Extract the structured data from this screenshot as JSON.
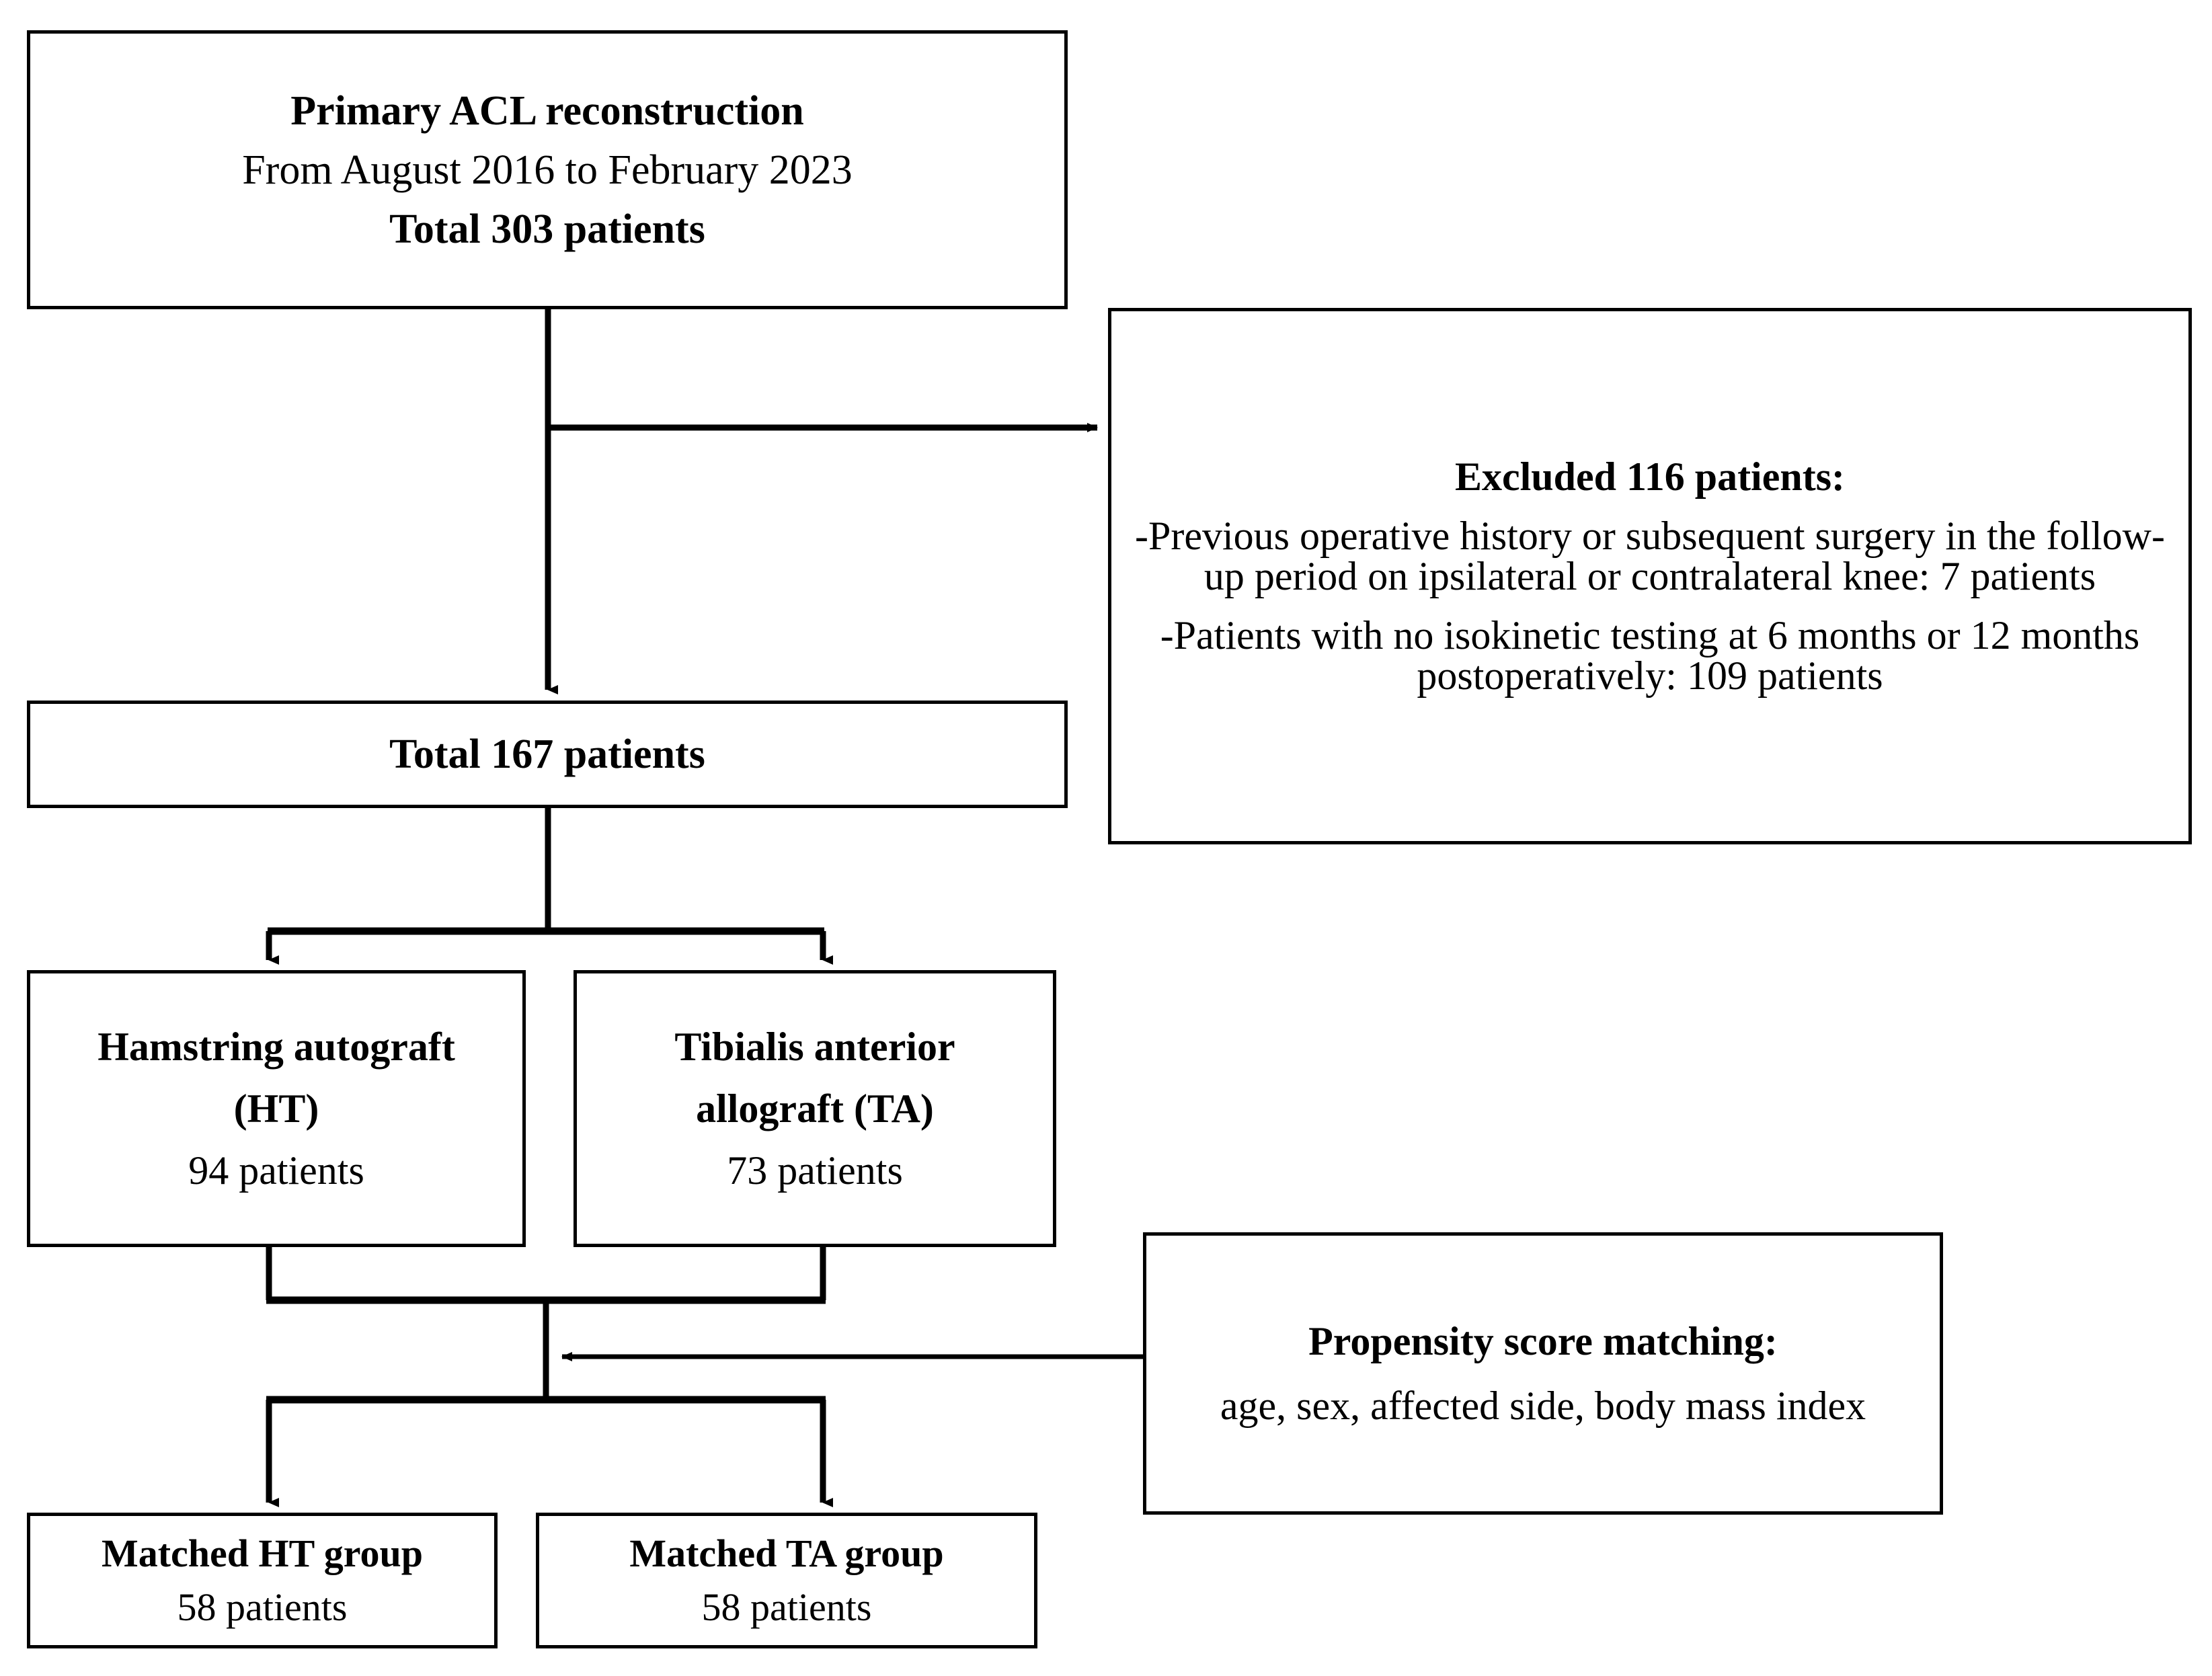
{
  "diagram": {
    "title": "Study flow diagram of primary ACL reconstruction cohort",
    "line_color": "#000000",
    "box_border_color": "#000000",
    "background_color": "#ffffff"
  },
  "nodes": {
    "primary": {
      "name": "primary-acl-reconstruction",
      "line1": "Primary ACL reconstruction",
      "line2": "From August 2016 to February 2023",
      "line3": "Total 303 patients"
    },
    "excluded": {
      "name": "excluded-patients",
      "heading": "Excluded 116 patients:",
      "reason1": "-Previous operative history or subsequent surgery in the follow-up period on ipsilateral or contralateral knee: 7 patients",
      "reason2": "-Patients with no isokinetic testing at 6 months or 12 months postoperatively: 109 patients"
    },
    "total167": {
      "name": "total-167-patients",
      "line1": "Total 167 patients"
    },
    "hamstring": {
      "name": "hamstring-autograft-group",
      "line1": "Hamstring autograft",
      "line2": "(HT)",
      "line3": "94 patients"
    },
    "tibialis": {
      "name": "tibialis-anterior-allograft-group",
      "line1": "Tibialis anterior",
      "line2": "allograft (TA)",
      "line3": "73 patients"
    },
    "propensity": {
      "name": "propensity-score-matching",
      "heading": "Propensity score matching:",
      "variables": "age, sex, affected side, body mass index"
    },
    "matched_ht": {
      "name": "matched-ht-group",
      "line1": "Matched HT group",
      "line2": "58 patients"
    },
    "matched_ta": {
      "name": "matched-ta-group",
      "line1": "Matched TA group",
      "line2": "58 patients"
    }
  },
  "chart_data": {
    "type": "diagram",
    "title": "Patient selection flowchart",
    "flow": [
      {
        "step": "Primary ACL reconstruction, August 2016 to February 2023",
        "count": 303
      },
      {
        "step": "Excluded",
        "count": 116,
        "detail": [
          {
            "reason": "Previous operative history or subsequent surgery in the follow-up period on ipsilateral or contralateral knee",
            "count": 7
          },
          {
            "reason": "No isokinetic testing at 6 months or 12 months postoperatively",
            "count": 109
          }
        ]
      },
      {
        "step": "Included total",
        "count": 167
      },
      {
        "step": "Hamstring autograft (HT)",
        "count": 94
      },
      {
        "step": "Tibialis anterior allograft (TA)",
        "count": 73
      },
      {
        "step": "Propensity score matching on age, sex, affected side, body mass index"
      },
      {
        "step": "Matched HT group",
        "count": 58
      },
      {
        "step": "Matched TA group",
        "count": 58
      }
    ],
    "edges": [
      {
        "from": "Primary ACL reconstruction",
        "to": "Excluded 116 patients",
        "direction": "right"
      },
      {
        "from": "Primary ACL reconstruction",
        "to": "Total 167 patients",
        "direction": "down"
      },
      {
        "from": "Total 167 patients",
        "to": "Hamstring autograft (HT)",
        "direction": "down-left"
      },
      {
        "from": "Total 167 patients",
        "to": "Tibialis anterior allograft (TA)",
        "direction": "down-right"
      },
      {
        "from": "Propensity score matching",
        "to": "merge-junction",
        "direction": "left"
      },
      {
        "from": "merge-junction",
        "to": "Matched HT group",
        "direction": "down-left"
      },
      {
        "from": "merge-junction",
        "to": "Matched TA group",
        "direction": "down-right"
      }
    ]
  }
}
